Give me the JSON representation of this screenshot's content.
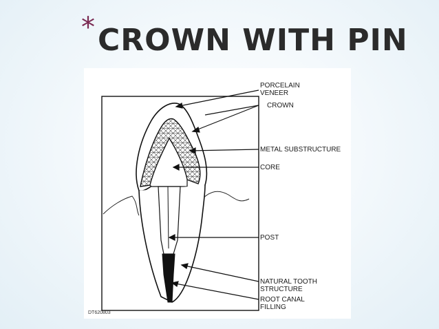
{
  "slide": {
    "bullet": "*",
    "title": "CROWN WITH PIN"
  },
  "figure": {
    "labels": {
      "porcelain_veneer": "PORCELAIN\nVENEER",
      "crown": "CROWN",
      "metal_substructure": "METAL SUBSTRUCTURE",
      "core": "CORE",
      "post": "POST",
      "natural_tooth_structure": "NATURAL TOOTH\nSTRUCTURE",
      "root_canal_filling": "ROOT CANAL\nFILLING"
    },
    "code": "DT620803"
  }
}
